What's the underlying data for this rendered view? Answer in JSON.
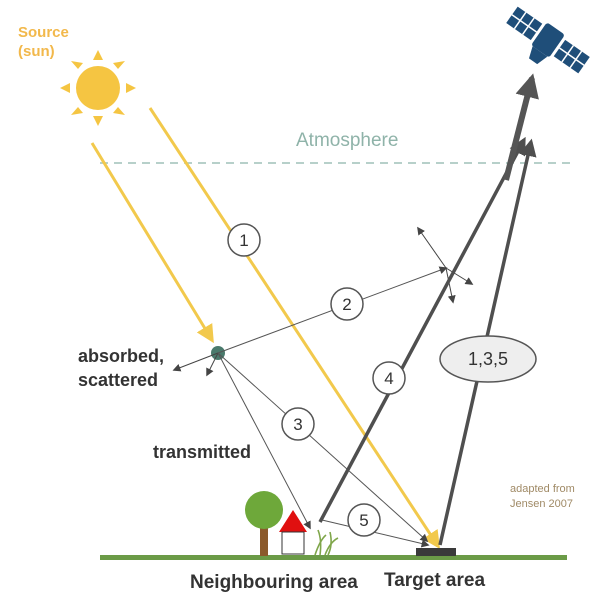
{
  "labels": {
    "source_line1": "Source",
    "source_line2": "(sun)",
    "atmosphere": "Atmosphere",
    "absorbed_line1": "absorbed,",
    "absorbed_line2": "scattered",
    "transmitted": "transmitted",
    "neighbouring_area": "Neighbouring area",
    "target_area": "Target area",
    "credit_line1": "adapted from",
    "credit_line2": "Jensen 2007"
  },
  "paths": [
    {
      "id": "1",
      "label": "1"
    },
    {
      "id": "2",
      "label": "2"
    },
    {
      "id": "3",
      "label": "3"
    },
    {
      "id": "4",
      "label": "4"
    },
    {
      "id": "5",
      "label": "5"
    },
    {
      "id": "135",
      "label": "1,3,5"
    }
  ],
  "colors": {
    "sun": "#F5C542",
    "sun_ray": "#F2C94C",
    "atmosphere_line": "#9FC0B8",
    "atmosphere_text": "#8FB3A9",
    "source_text": "#F2B84B",
    "text": "#333333",
    "credit_text": "#A08A66",
    "arrow_dark": "#4F4F4F",
    "arrow_thin": "#555555",
    "ground": "#6B9B47",
    "satellite": "#1F4E79",
    "house_roof": "#E01010",
    "tree_canopy": "#6EA83A",
    "tree_trunk": "#8B5A2B",
    "target_patch": "#3A3A3A",
    "particle": "#4A7A6C",
    "ellipse_fill": "#EEEEEE"
  },
  "icons": {
    "sun": "sun-icon",
    "satellite": "satellite-icon",
    "tree": "tree-icon",
    "house": "house-icon",
    "grass": "grass-icon",
    "particle": "particle-icon"
  }
}
